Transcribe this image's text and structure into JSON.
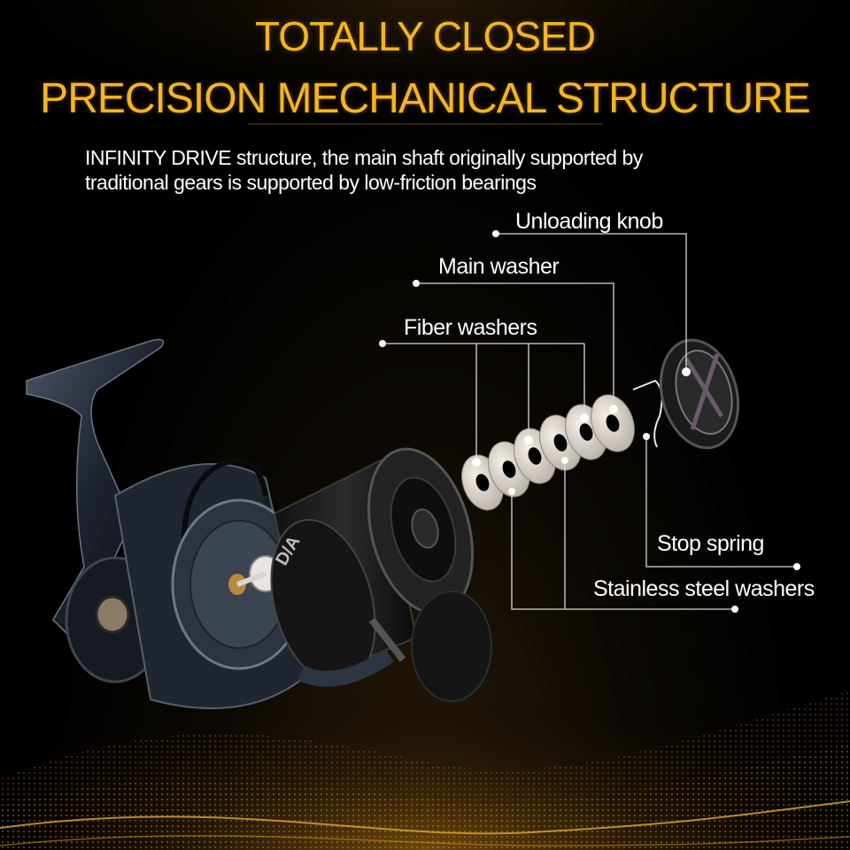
{
  "header": {
    "title_line1": "TOTALLY CLOSED",
    "title_line2": "PRECISION MECHANICAL STRUCTURE",
    "description_line1": "INFINITY DRIVE structure, the main shaft originally supported by",
    "description_line2": "traditional gears is supported by low-friction bearings"
  },
  "callouts": {
    "unloading_knob": "Unloading knob",
    "main_washer": "Main washer",
    "fiber_washers": "Fiber washers",
    "stop_spring": "Stop spring",
    "stainless_steel_washers": "Stainless steel washers"
  },
  "colors": {
    "title": "#f4b521",
    "text": "#ffffff",
    "background": "#000000",
    "accent_gold": "#c88a1e"
  }
}
